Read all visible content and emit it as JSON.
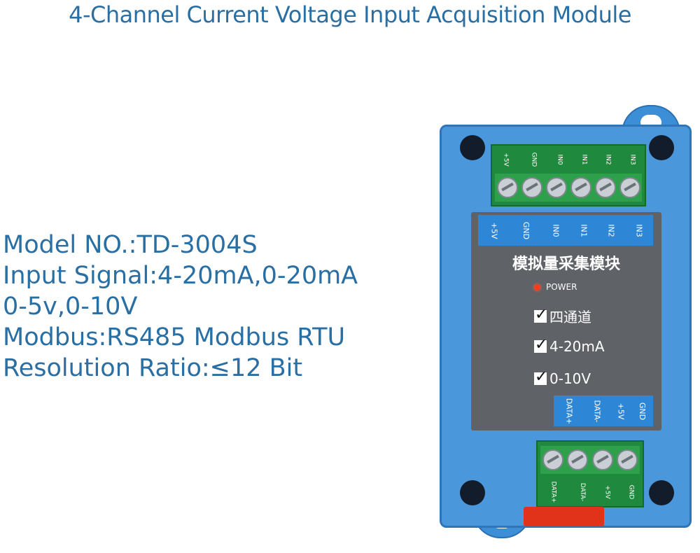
{
  "title": "4-Channel Current Voltage Input Acquisition Module",
  "specs": [
    "Model NO.:TD-3004S",
    "Input Signal:4-20mA,0-20mA",
    "0-5v,0-10V",
    "Modbus:RS485 Modbus RTU",
    "Resolution Ratio:≤12 Bit"
  ],
  "device": {
    "colors": {
      "case": "#4a97dc",
      "panel": "#5f6266",
      "terminal": "#1f8a3e",
      "led": "#ff3a1a",
      "clip": "#e0331a"
    },
    "top_terminal_labels": [
      "+5V",
      "GND",
      "IN0",
      "IN1",
      "IN2",
      "IN3"
    ],
    "bottom_terminal_labels": [
      "DATA+",
      "DATA-",
      "+5V",
      "GND"
    ],
    "panel_heading": "模拟量采集模块",
    "power_label": "POWER",
    "features": [
      "四通道",
      "4-20mA",
      "0-10V"
    ]
  }
}
